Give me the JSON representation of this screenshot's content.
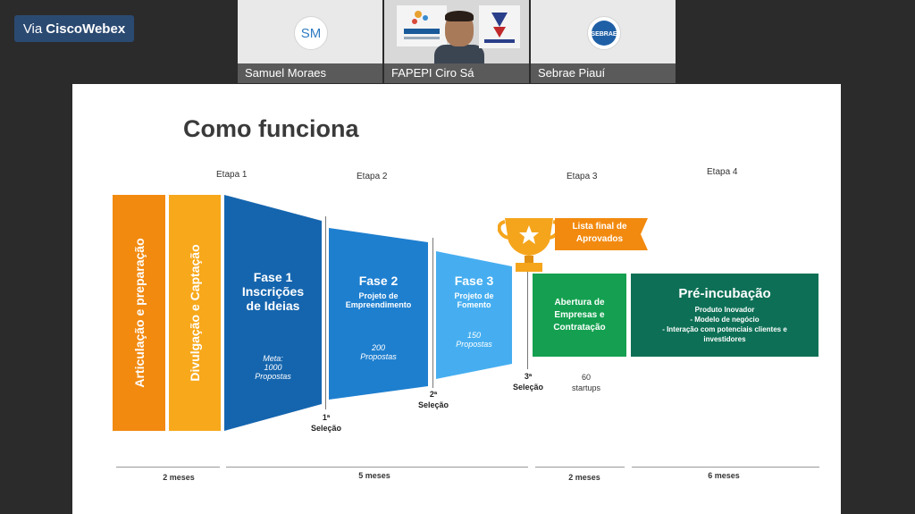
{
  "app": {
    "brand_prefix": "Via",
    "brand_name": "CiscoWebex"
  },
  "participants": [
    {
      "name": "Samuel Moraes",
      "initials": "SM"
    },
    {
      "name": "FAPEPI Ciro Sá"
    },
    {
      "name": "Sebrae Piauí",
      "logo_text": "SEBRAE"
    }
  ],
  "slide": {
    "title": "Como funciona",
    "etapas": [
      "Etapa 1",
      "Etapa 2",
      "Etapa 3",
      "Etapa 4"
    ],
    "bars": [
      "Articulação e preparação",
      "Divulgação e Captação"
    ],
    "fases": [
      {
        "title_lines": [
          "Fase 1",
          "Inscrições",
          "de Ideias"
        ],
        "sub": "",
        "meta_lines": [
          "Meta:",
          "1000",
          "Propostas"
        ]
      },
      {
        "title_lines": [
          "Fase 2"
        ],
        "sub_lines": [
          "Projeto de",
          "Empreendimento"
        ],
        "meta_lines": [
          "200",
          "Propostas"
        ]
      },
      {
        "title_lines": [
          "Fase 3"
        ],
        "sub_lines": [
          "Projeto de",
          "Fomento"
        ],
        "meta_lines": [
          "150",
          "Propostas"
        ]
      }
    ],
    "selecoes": [
      {
        "num": "1ª",
        "label": "Seleção"
      },
      {
        "num": "2ª",
        "label": "Seleção"
      },
      {
        "num": "3ª",
        "label": "Seleção"
      }
    ],
    "lista_final": [
      "Lista final de",
      "Aprovados"
    ],
    "abertura": [
      "Abertura de",
      "Empresas e",
      "Contratação"
    ],
    "startups": [
      "60",
      "startups"
    ],
    "pre_incubacao": {
      "title": "Pré-incubação",
      "lines": [
        "Produto Inovador",
        "- Modelo de negócio",
        "- Interação com potenciais clientes e",
        "investidores"
      ]
    },
    "durations": [
      "2 meses",
      "5 meses",
      "2 meses",
      "6 meses"
    ],
    "colors": {
      "orange": "#f28a10",
      "yellow_orange": "#f7a81b",
      "blue_dark": "#1565ae",
      "blue_mid": "#1e7fcf",
      "blue_light": "#46aef0",
      "green": "#14a050",
      "dark_green": "#0d7056"
    }
  }
}
